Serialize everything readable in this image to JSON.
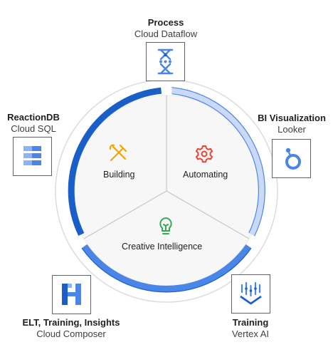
{
  "services": [
    {
      "id": "process",
      "title": "Process",
      "subtitle": "Cloud Dataflow",
      "icon": "cloud-dataflow-icon"
    },
    {
      "id": "bi",
      "title": "BI Visualization",
      "subtitle": "Looker",
      "icon": "looker-icon"
    },
    {
      "id": "training",
      "title": "Training",
      "subtitle": "Vertex AI",
      "icon": "vertex-ai-icon"
    },
    {
      "id": "elt",
      "title": "ELT, Training, Insights",
      "subtitle": "Cloud Composer",
      "icon": "cloud-composer-icon"
    },
    {
      "id": "reactiondb",
      "title": "ReactionDB",
      "subtitle": "Cloud SQL",
      "icon": "cloud-sql-icon"
    }
  ],
  "sectors": [
    {
      "label": "Building",
      "icon": "tools-icon"
    },
    {
      "label": "Automating",
      "icon": "gear-icon"
    },
    {
      "label": "Creative Intelligence",
      "icon": "lightbulb-icon"
    }
  ],
  "colors": {
    "dark_blue": "#1a5ec7",
    "medium_blue": "#4a86e8",
    "light_blue": "#c9d9f7",
    "circle_fill": "#f7f7f7",
    "outer_ring": "#dadce0",
    "gear_red": "#ea4335",
    "tools_yellow": "#f2a600",
    "bulb_green": "#34a853"
  }
}
